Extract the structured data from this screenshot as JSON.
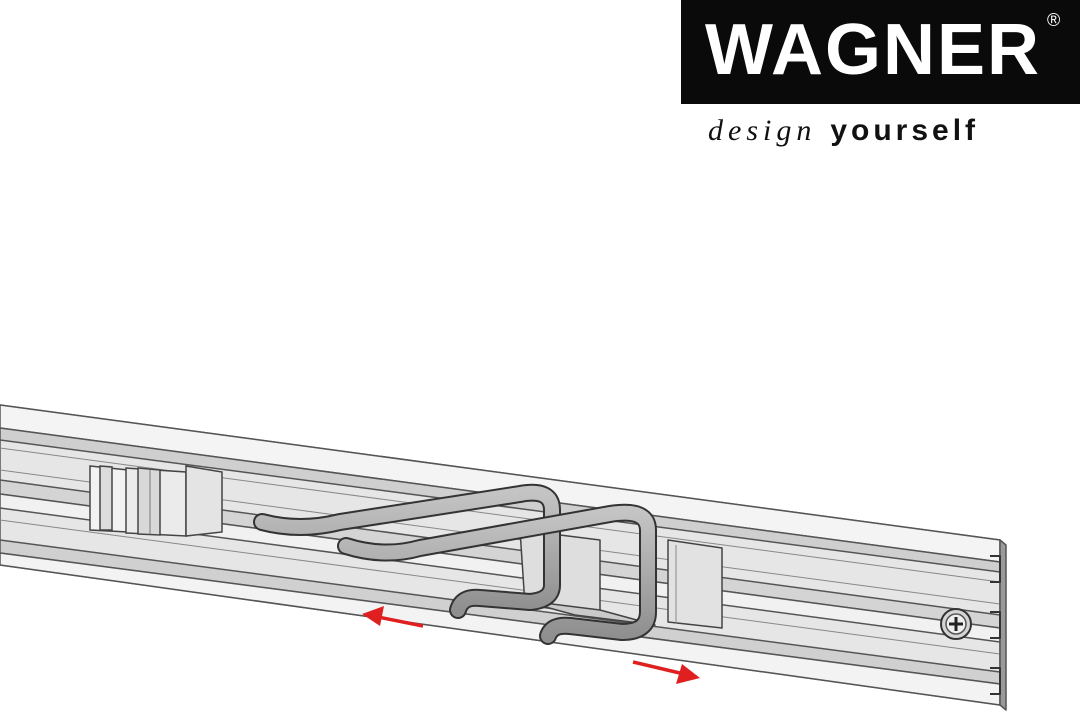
{
  "brand": {
    "name": "WAGNER",
    "registered_mark": "®",
    "tagline_part1": "design",
    "tagline_part2": "yourself"
  },
  "colors": {
    "logo_background": "#0a0a0a",
    "rail_light": "#eeeeee",
    "rail_mid": "#d5d5d5",
    "hook_metal": "#a9a9a9",
    "arrow": "#e02020"
  },
  "illustration": {
    "arrow_left_icon": "arrow-left-icon",
    "arrow_right_icon": "arrow-right-icon",
    "screw_icon": "screw-icon"
  }
}
